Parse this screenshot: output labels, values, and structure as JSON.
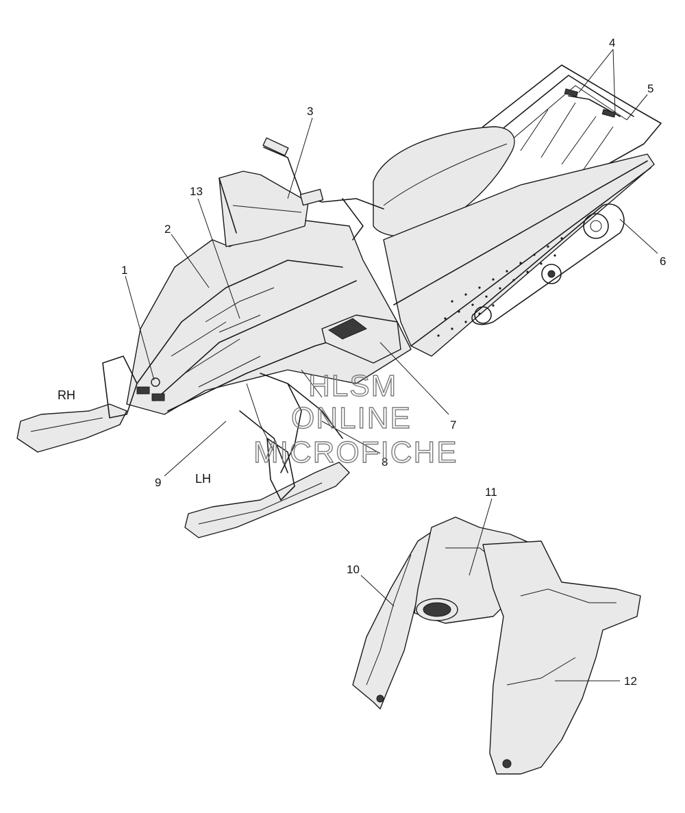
{
  "callouts": {
    "c1": "1",
    "c2": "2",
    "c3": "3",
    "c4": "4",
    "c5": "5",
    "c6": "6",
    "c7": "7",
    "c8": "8",
    "c9": "9",
    "c10": "10",
    "c11": "11",
    "c12": "12",
    "c13": "13"
  },
  "side_labels": {
    "right": "RH",
    "left": "LH"
  },
  "watermark": {
    "line1": "HLSM",
    "line2": "ONLINE",
    "line3": "MICROFICHE"
  }
}
